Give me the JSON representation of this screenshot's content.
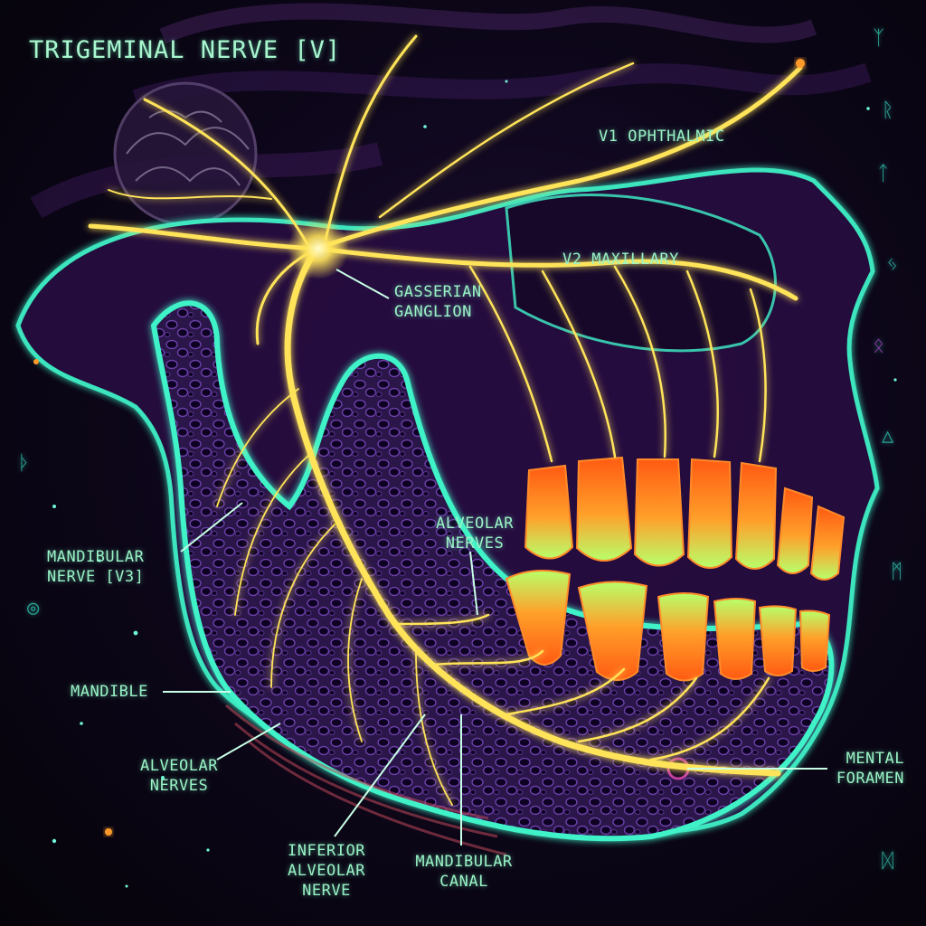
{
  "title": "TRIGEMINAL NERVE [V]",
  "labels": {
    "v1": "V1 OPHTHALMIC",
    "v2": "V2 MAXILLARY",
    "ganglion": "GASSERIAN\nGANGLION",
    "mandibular_nerve": "MANDIBULAR\nNERVE [V3]",
    "alveolar_upper": "ALVEOLAR\nNERVES",
    "mandible": "MANDIBLE",
    "alveolar_lower": "ALVEOLAR\nNERVES",
    "inferior_alveolar": "INFERIOR\nALVEOLAR\nNERVE",
    "mandibular_canal": "MANDIBULAR\nCANAL",
    "mental_foramen": "MENTAL\nFORAMEN"
  },
  "colors": {
    "nerve": "#ffe45a",
    "bone_outline": "#3ff2c8",
    "bone_fill": "#3a1f5e",
    "label_text": "#9af3c6",
    "tooth_base": "#ff7a1a",
    "tooth_tip": "#b8ff6a"
  }
}
